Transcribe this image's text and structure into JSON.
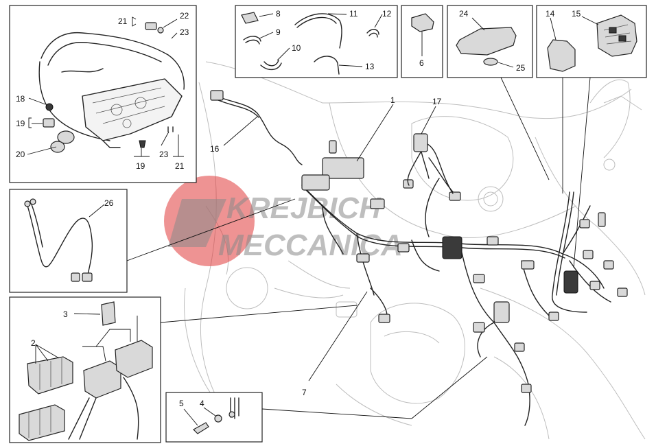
{
  "callouts": {
    "c1": "1",
    "c2": "2",
    "c3": "3",
    "c4": "4",
    "c5": "5",
    "c6": "6",
    "c7": "7",
    "c8": "8",
    "c9": "9",
    "c10": "10",
    "c11": "11",
    "c12": "12",
    "c13": "13",
    "c14": "14",
    "c15": "15",
    "c16": "16",
    "c17": "17",
    "c18": "18",
    "c19a": "19",
    "c19b": "19",
    "c20": "20",
    "c21a": "21",
    "c21b": "21",
    "c22": "22",
    "c23a": "23",
    "c23b": "23",
    "c24": "24",
    "c25": "25",
    "c26": "26"
  },
  "watermark": {
    "line1": "KREJBICH",
    "line2": "MECCANICA",
    "color": "#e03a3a"
  }
}
